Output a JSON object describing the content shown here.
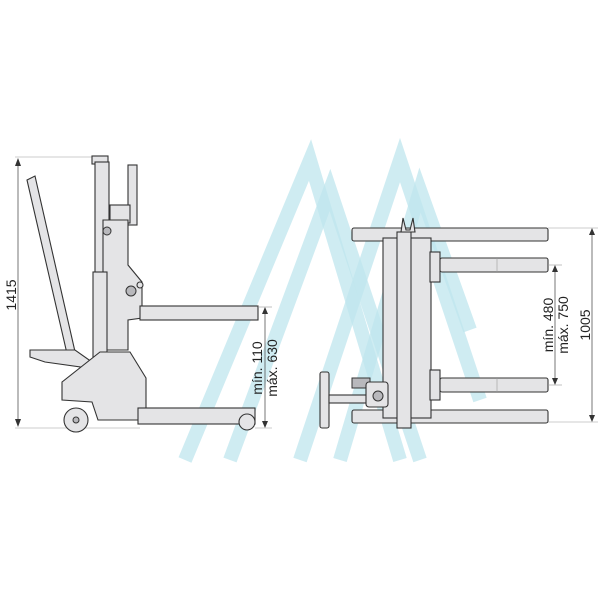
{
  "dimensions": {
    "total_height": "1415",
    "fork_height_min": "mín. 110",
    "fork_height_max": "máx. 630",
    "fork_spread_min": "mín. 480",
    "fork_spread_max": "máx. 750",
    "total_width": "1005"
  },
  "colors": {
    "part_fill": "#e4e4e6",
    "outline": "#333333",
    "watermark": "#bfe6ee"
  }
}
